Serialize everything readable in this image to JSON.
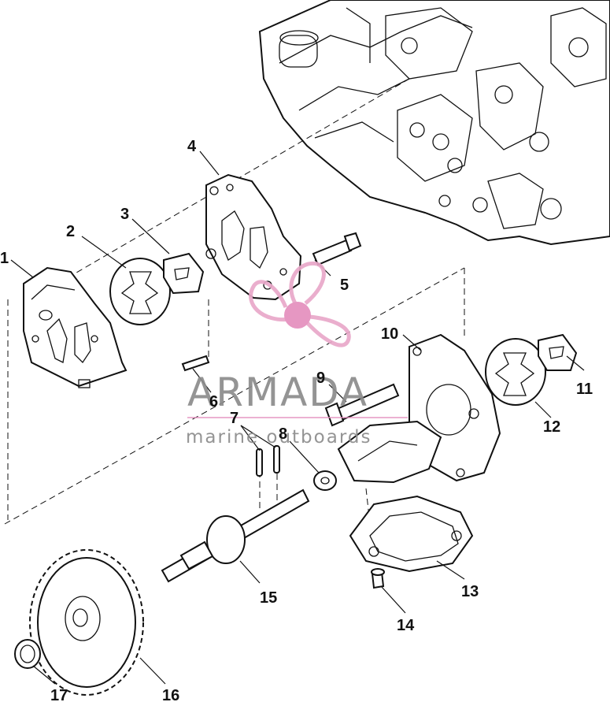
{
  "callouts": {
    "c1": "1",
    "c2": "2",
    "c3": "3",
    "c4": "4",
    "c5": "5",
    "c6": "6",
    "c7": "7",
    "c8": "8",
    "c9": "9",
    "c10": "10",
    "c11": "11",
    "c12": "12",
    "c13": "13",
    "c14": "14",
    "c15": "15",
    "c16": "16",
    "c17": "17"
  },
  "watermark": {
    "brand": "ARMADA",
    "tagline": "marine outboards",
    "brand_color": "#8c8c8c",
    "logo_color": "#e9a8c9",
    "logo_hub_color": "#e48fbd",
    "accent_line_color": "#e48fbd"
  },
  "icons": {
    "logo": "propeller-icon"
  }
}
